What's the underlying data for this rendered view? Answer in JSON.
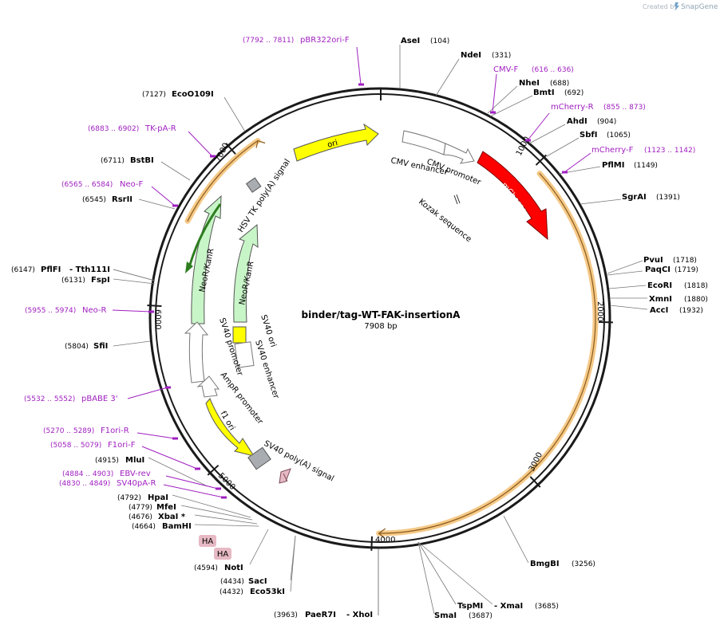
{
  "credit": {
    "prefix": "Created by",
    "brand": "SnapGene"
  },
  "plasmid": {
    "name": "binder/tag-WT-FAK-insertionA",
    "length_label": "7908 bp"
  },
  "ticks": [
    "1000",
    "2000",
    "3000",
    "4000",
    "5000",
    "6000",
    "7000"
  ],
  "features": {
    "ori": "ori",
    "cmv_promoter": "CMV promoter",
    "cmv_enhancer": "CMV enhancer",
    "mcherry": "mCherry",
    "kozak": "Kozak sequence",
    "hsv_tk": "HSV TK poly(A) signal",
    "neo_outer": "NeoR/KanR",
    "neo_inner": "NeoR/KanR",
    "sv40_ori": "SV40 ori",
    "sv40_enhancer": "SV40 enhancer",
    "sv40_promoter": "SV40 promoter",
    "ampr_promoter": "AmpR promoter",
    "f1_ori": "f1 ori",
    "sv40_polya": "SV40 poly(A) signal",
    "ha1": "HA",
    "ha2": "HA"
  },
  "enzymes": [
    {
      "name": "AseI",
      "pos": "(104)"
    },
    {
      "name": "NdeI",
      "pos": "(331)"
    },
    {
      "name": "NheI",
      "pos": "(688)"
    },
    {
      "name": "BmtI",
      "pos": "(692)"
    },
    {
      "name": "AhdI",
      "pos": "(904)"
    },
    {
      "name": "SbfI",
      "pos": "(1065)"
    },
    {
      "name": "PflMI",
      "pos": "(1149)"
    },
    {
      "name": "SgrAI",
      "pos": "(1391)"
    },
    {
      "name": "PvuI",
      "pos": "(1718)"
    },
    {
      "name": "PaqCI",
      "pos": "(1719)"
    },
    {
      "name": "EcoRI",
      "pos": "(1818)"
    },
    {
      "name": "XmnI",
      "pos": "(1880)"
    },
    {
      "name": "AccI",
      "pos": "(1932)"
    },
    {
      "name": "BmgBI",
      "pos": "(3256)"
    },
    {
      "name": "TspMI",
      "pos": ""
    },
    {
      "name": "- XmaI",
      "pos": "(3685)"
    },
    {
      "name": "SmaI",
      "pos": "(3687)"
    },
    {
      "name": "PaeR7I",
      "pos": "(3963)"
    },
    {
      "name": "- XhoI",
      "pos": ""
    },
    {
      "name": "SacI",
      "pos": "(4434)"
    },
    {
      "name": "Eco53kI",
      "pos": "(4432)"
    },
    {
      "name": "NotI",
      "pos": "(4594)"
    },
    {
      "name": "BamHI",
      "pos": "(4664)"
    },
    {
      "name": "XbaI *",
      "pos": "(4676)"
    },
    {
      "name": "MfeI",
      "pos": "(4779)"
    },
    {
      "name": "HpaI",
      "pos": "(4792)"
    },
    {
      "name": "MluI",
      "pos": "(4915)"
    },
    {
      "name": "SfiI",
      "pos": "(5804)"
    },
    {
      "name": "FspI",
      "pos": "(6131)"
    },
    {
      "name": "PflFI",
      "pos": "(6147)"
    },
    {
      "name": "- Tth111I",
      "pos": ""
    },
    {
      "name": "RsrII",
      "pos": "(6545)"
    },
    {
      "name": "BstBI",
      "pos": "(6711)"
    },
    {
      "name": "EcoO109I",
      "pos": "(7127)"
    }
  ],
  "primers": [
    {
      "name": "pBR322ori-F",
      "pos": "(7792 .. 7811)"
    },
    {
      "name": "CMV-F",
      "pos": "(616 .. 636)"
    },
    {
      "name": "mCherry-R",
      "pos": "(855 .. 873)"
    },
    {
      "name": "mCherry-F",
      "pos": "(1123 .. 1142)"
    },
    {
      "name": "TK-pA-R",
      "pos": "(6883 .. 6902)"
    },
    {
      "name": "Neo-F",
      "pos": "(6565 .. 6584)"
    },
    {
      "name": "Neo-R",
      "pos": "(5955 .. 5974)"
    },
    {
      "name": "pBABE 3'",
      "pos": "(5532 .. 5552)"
    },
    {
      "name": "F1ori-R",
      "pos": "(5270 .. 5289)"
    },
    {
      "name": "F1ori-F",
      "pos": "(5058 .. 5079)"
    },
    {
      "name": "EBV-rev",
      "pos": "(4884 .. 4903)"
    },
    {
      "name": "SV40pA-R",
      "pos": "(4830 .. 4849)"
    }
  ],
  "colors": {
    "backbone": "#1a1a1a",
    "ori": "#ffff00",
    "mcherry": "#ff0000",
    "neo": "#c8f5c8",
    "neo_primer": "#2e7d1f",
    "sv40_ori": "#ffff00",
    "misc": "#a9adb2",
    "orf_highlight": "#f5c987",
    "orf_line": "#8a5a1c",
    "primer": "#a020c0",
    "ha": "#e6b9c4"
  }
}
